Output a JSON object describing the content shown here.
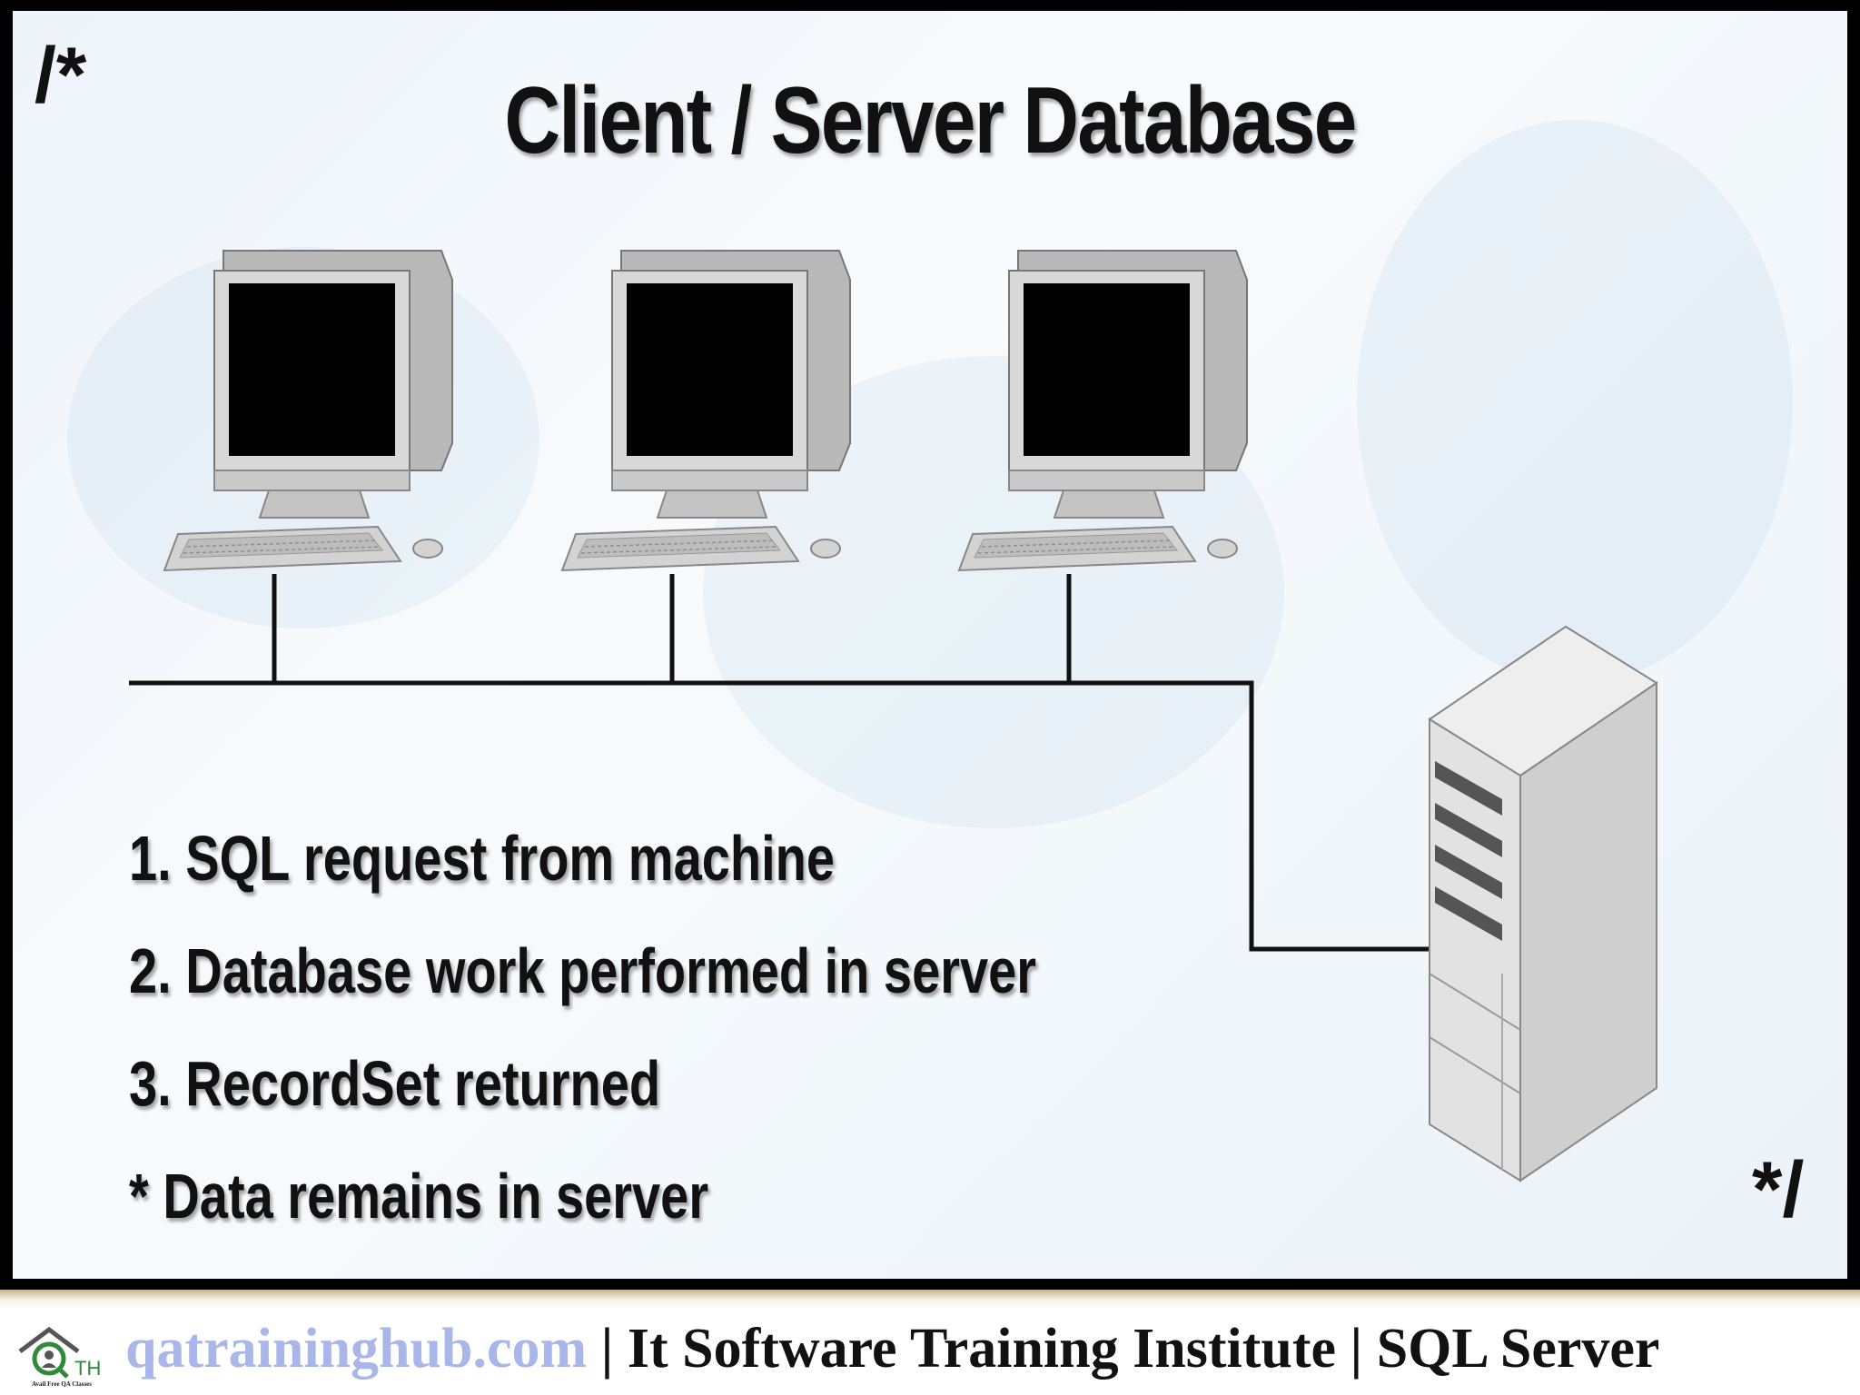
{
  "slide": {
    "comment_open": "/*",
    "comment_close": "*/",
    "title": "Client / Server Database",
    "points": [
      "1. SQL request from machine",
      "2. Database work performed in server",
      "3. RecordSet returned",
      "* Data remains in server"
    ],
    "clients": [
      {
        "id": "client-1"
      },
      {
        "id": "client-2"
      },
      {
        "id": "client-3"
      }
    ]
  },
  "footer": {
    "url": "qatraininghub.com",
    "separator_1": " | ",
    "institute": "It Software Training Institute",
    "separator_2": " | ",
    "course": "SQL Server",
    "logo_letters": "QTH",
    "logo_tagline": "Avail Free QA Classes"
  }
}
